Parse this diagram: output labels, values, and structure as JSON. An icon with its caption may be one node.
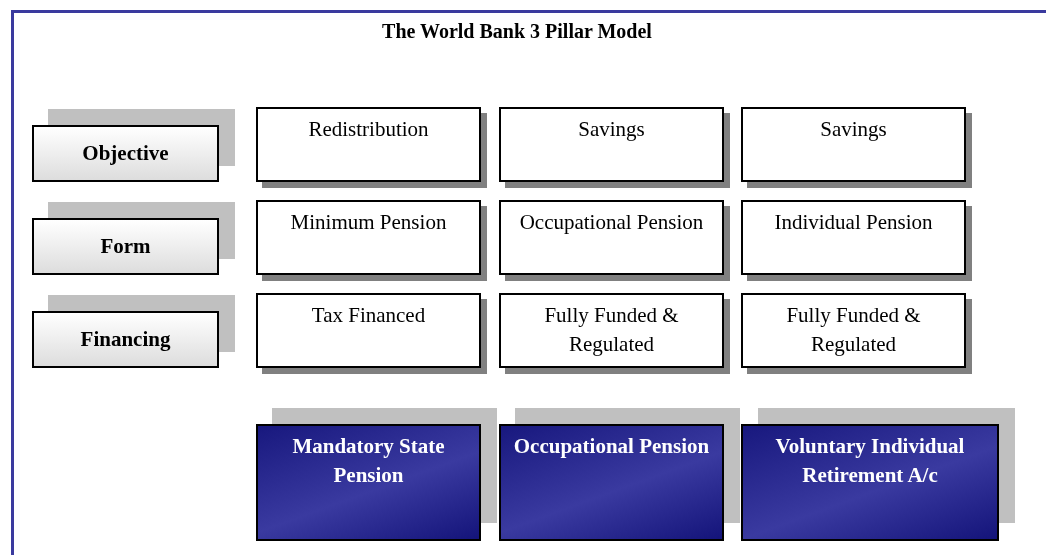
{
  "diagram": {
    "title": "The World Bank 3 Pillar Model",
    "nodes": [
      {
        "text": [
          "Objective"
        ]
      },
      {
        "text": [
          "Redistribution"
        ]
      },
      {
        "text": [
          "Savings"
        ]
      },
      {
        "text": [
          "Savings"
        ]
      },
      {
        "text": [
          "Form"
        ]
      },
      {
        "text": [
          "Minimum Pension"
        ]
      },
      {
        "text": [
          "Occupational Pension"
        ]
      },
      {
        "text": [
          "Individual Pension"
        ]
      },
      {
        "text": [
          "Financing"
        ]
      },
      {
        "text": [
          "Tax Financed"
        ]
      },
      {
        "text": [
          "Fully Funded & Regulated"
        ]
      },
      {
        "text": [
          "Fully Funded & Regulated"
        ]
      },
      {
        "text": [
          "Mandatory State Pension"
        ]
      },
      {
        "text": [
          "Occupational Pension"
        ]
      },
      {
        "text": [
          "Voluntary Individual Retirement A/c"
        ]
      }
    ]
  }
}
